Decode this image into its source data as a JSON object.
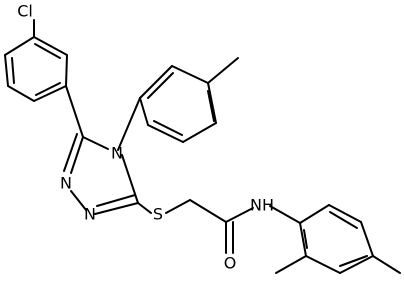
{
  "molecule": {
    "atoms": {
      "cl": "Cl",
      "n1": "N",
      "n2": "N",
      "n4": "N",
      "s": "S",
      "o": "O",
      "nh": "NH"
    },
    "colors": {
      "bond": "#000000",
      "text": "#000000",
      "background": "#ffffff"
    }
  }
}
